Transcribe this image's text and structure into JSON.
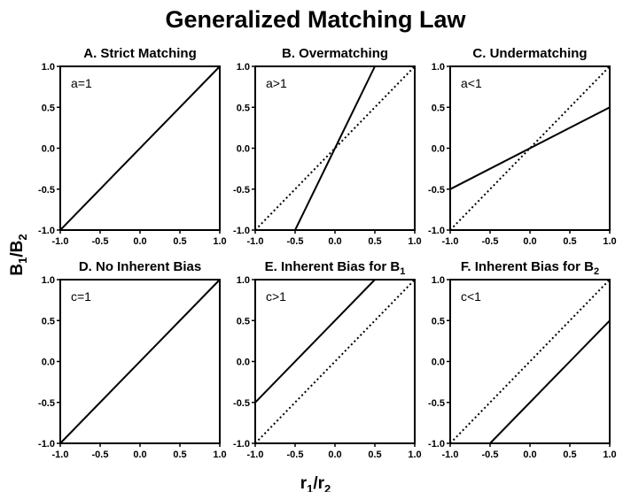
{
  "figure": {
    "title": "Generalized Matching Law",
    "xlabel": {
      "main": "r",
      "sub1": "1",
      "slash": "/r",
      "sub2": "2"
    },
    "ylabel": {
      "main": "B",
      "sub1": "1",
      "slash": "/B",
      "sub2": "2"
    }
  },
  "chart_data": [
    {
      "type": "line",
      "title": "A. Strict Matching",
      "annotation": "a=1",
      "xlim": [
        -1,
        1
      ],
      "ylim": [
        -1,
        1
      ],
      "xticks": [
        "-1.0",
        "-0.5",
        "0.0",
        "0.5",
        "1.0"
      ],
      "yticks": [
        "-1.0",
        "-0.5",
        "0.0",
        "0.5",
        "1.0"
      ],
      "series": [
        {
          "style": "solid",
          "x": [
            -1,
            1
          ],
          "y": [
            -1,
            1
          ]
        }
      ]
    },
    {
      "type": "line",
      "title": "B. Overmatching",
      "annotation": "a>1",
      "xlim": [
        -1,
        1
      ],
      "ylim": [
        -1,
        1
      ],
      "xticks": [
        "-1.0",
        "-0.5",
        "0.0",
        "0.5",
        "1.0"
      ],
      "yticks": [
        "-1.0",
        "-0.5",
        "0.0",
        "0.5",
        "1.0"
      ],
      "series": [
        {
          "style": "dotted",
          "x": [
            -1,
            1
          ],
          "y": [
            -1,
            1
          ]
        },
        {
          "style": "solid",
          "x": [
            -0.5,
            0.5
          ],
          "y": [
            -1,
            1
          ]
        }
      ]
    },
    {
      "type": "line",
      "title": "C. Undermatching",
      "annotation": "a<1",
      "xlim": [
        -1,
        1
      ],
      "ylim": [
        -1,
        1
      ],
      "xticks": [
        "-1.0",
        "-0.5",
        "0.0",
        "0.5",
        "1.0"
      ],
      "yticks": [
        "-1.0",
        "-0.5",
        "0.0",
        "0.5",
        "1.0"
      ],
      "series": [
        {
          "style": "dotted",
          "x": [
            -1,
            1
          ],
          "y": [
            -1,
            1
          ]
        },
        {
          "style": "solid",
          "x": [
            -1,
            1
          ],
          "y": [
            -0.5,
            0.5
          ]
        }
      ]
    },
    {
      "type": "line",
      "title": "D. No Inherent Bias",
      "annotation": "c=1",
      "xlim": [
        -1,
        1
      ],
      "ylim": [
        -1,
        1
      ],
      "xticks": [
        "-1.0",
        "-0.5",
        "0.0",
        "0.5",
        "1.0"
      ],
      "yticks": [
        "-1.0",
        "-0.5",
        "0.0",
        "0.5",
        "1.0"
      ],
      "series": [
        {
          "style": "solid",
          "x": [
            -1,
            1
          ],
          "y": [
            -1,
            1
          ]
        }
      ]
    },
    {
      "type": "line",
      "title": "E. Inherent Bias for B",
      "title_sub": "1",
      "annotation": "c>1",
      "xlim": [
        -1,
        1
      ],
      "ylim": [
        -1,
        1
      ],
      "xticks": [
        "-1.0",
        "-0.5",
        "0.0",
        "0.5",
        "1.0"
      ],
      "yticks": [
        "-1.0",
        "-0.5",
        "0.0",
        "0.5",
        "1.0"
      ],
      "series": [
        {
          "style": "dotted",
          "x": [
            -1,
            1
          ],
          "y": [
            -1,
            1
          ]
        },
        {
          "style": "solid",
          "x": [
            -1,
            0.5
          ],
          "y": [
            -0.5,
            1
          ]
        }
      ]
    },
    {
      "type": "line",
      "title": "F. Inherent Bias for B",
      "title_sub": "2",
      "annotation": "c<1",
      "xlim": [
        -1,
        1
      ],
      "ylim": [
        -1,
        1
      ],
      "xticks": [
        "-1.0",
        "-0.5",
        "0.0",
        "0.5",
        "1.0"
      ],
      "yticks": [
        "-1.0",
        "-0.5",
        "0.0",
        "0.5",
        "1.0"
      ],
      "series": [
        {
          "style": "dotted",
          "x": [
            -1,
            1
          ],
          "y": [
            -1,
            1
          ]
        },
        {
          "style": "solid",
          "x": [
            -0.5,
            1
          ],
          "y": [
            -1,
            0.5
          ]
        }
      ]
    }
  ]
}
